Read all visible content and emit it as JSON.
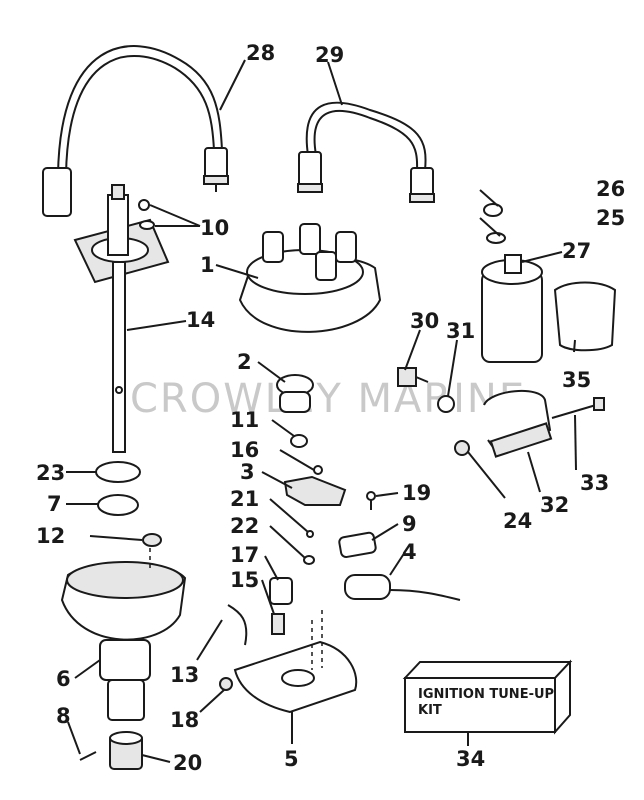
{
  "watermark": "CROWLEY MARINE",
  "callouts": {
    "c1": "1",
    "c2": "2",
    "c3": "3",
    "c4": "4",
    "c5": "5",
    "c6": "6",
    "c7": "7",
    "c8": "8",
    "c9": "9",
    "c10": "10",
    "c11": "11",
    "c12": "12",
    "c13": "13",
    "c14": "14",
    "c15": "15",
    "c16": "16",
    "c17": "17",
    "c18": "18",
    "c19": "19",
    "c20": "20",
    "c21": "21",
    "c22": "22",
    "c23": "23",
    "c24": "24",
    "c25": "25",
    "c26": "26",
    "c27": "27",
    "c28": "28",
    "c29": "29",
    "c30": "30",
    "c31": "31",
    "c32": "32",
    "c33": "33",
    "c34": "34",
    "c35": "35"
  },
  "kit_box": {
    "line1": "IGNITION TUNE-UP",
    "line2": "KIT"
  }
}
